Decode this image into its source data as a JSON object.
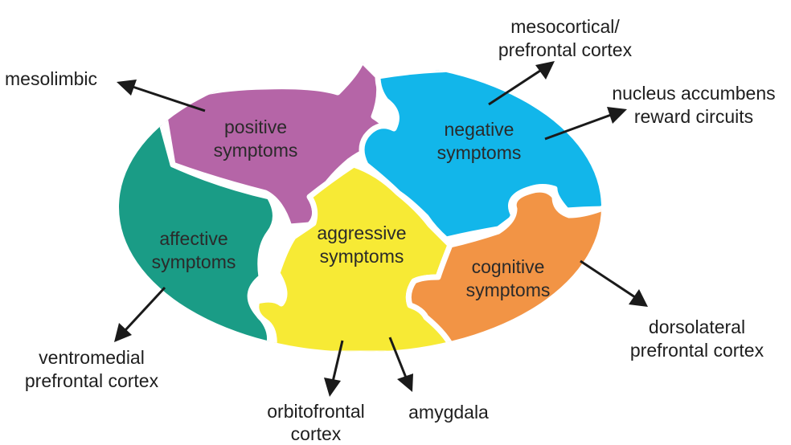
{
  "colors": {
    "positive": "#b565a7",
    "negative": "#12b6ea",
    "affective": "#1a9c86",
    "aggressive": "#f7ea35",
    "cognitive": "#f29445",
    "arrow": "#1a1a1a"
  },
  "pieces": {
    "positive": {
      "line1": "positive",
      "line2": "symptoms"
    },
    "negative": {
      "line1": "negative",
      "line2": "symptoms"
    },
    "affective": {
      "line1": "affective",
      "line2": "symptoms"
    },
    "aggressive": {
      "line1": "aggressive",
      "line2": "symptoms"
    },
    "cognitive": {
      "line1": "cognitive",
      "line2": "symptoms"
    }
  },
  "regions": {
    "mesolimbic": {
      "line1": "mesolimbic"
    },
    "mesocortical": {
      "line1": "mesocortical/",
      "line2": "prefrontal cortex"
    },
    "nucleus_accumbens": {
      "line1": "nucleus accumbens",
      "line2": "reward circuits"
    },
    "dorsolateral": {
      "line1": "dorsolateral",
      "line2": "prefrontal cortex"
    },
    "ventromedial": {
      "line1": "ventromedial",
      "line2": "prefrontal cortex"
    },
    "orbitofrontal": {
      "line1": "orbitofrontal",
      "line2": "cortex"
    },
    "amygdala": {
      "line1": "amygdala"
    }
  }
}
